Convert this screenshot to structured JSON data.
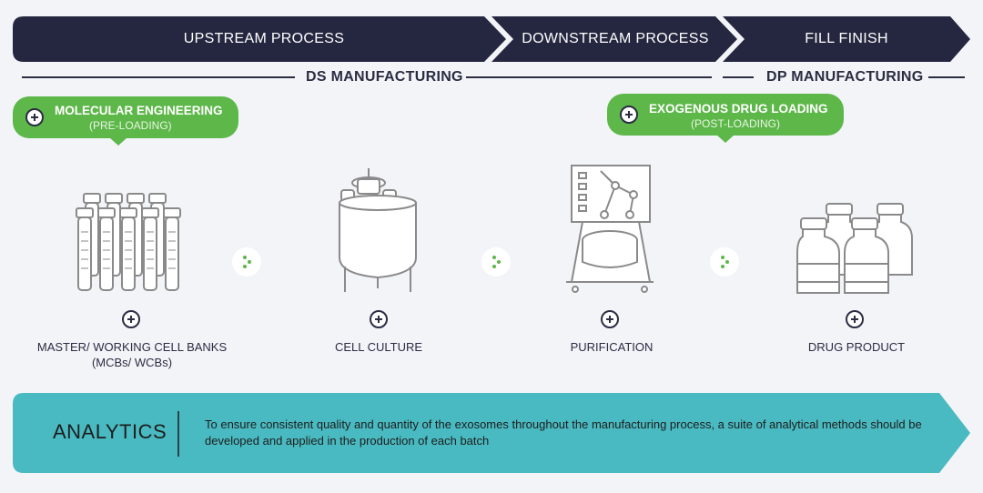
{
  "process_bands": [
    {
      "label": "UPSTREAM PROCESS"
    },
    {
      "label": "DOWNSTREAM PROCESS"
    },
    {
      "label": "FILL FINISH"
    }
  ],
  "manufacturing_rules": [
    {
      "label": "DS MANUFACTURING"
    },
    {
      "label": "DP MANUFACTURING"
    }
  ],
  "callouts": [
    {
      "title": "MOLECULAR ENGINEERING",
      "subtitle": "(PRE-LOADING)"
    },
    {
      "title": "EXOGENOUS DRUG LOADING",
      "subtitle": "(POST-LOADING)"
    }
  ],
  "stages": [
    {
      "label": "MASTER/ WORKING CELL BANKS",
      "sublabel": "(MCBs/ WCBs)",
      "icon": "cell-bank-vials-icon"
    },
    {
      "label": "CELL CULTURE",
      "sublabel": "",
      "icon": "bioreactor-tank-icon"
    },
    {
      "label": "PURIFICATION",
      "sublabel": "",
      "icon": "purification-machine-icon"
    },
    {
      "label": "DRUG PRODUCT",
      "sublabel": "",
      "icon": "drug-vials-icon"
    }
  ],
  "analytics": {
    "title": "ANALYTICS",
    "text": "To ensure consistent quality and quantity of the exosomes throughout the manufacturing process, a suite of analytical methods should be developed and applied in the production of each batch"
  },
  "colors": {
    "band": "#252740",
    "accent_green": "#5db749",
    "analytics_teal": "#49bac1",
    "icon_gray": "#8a8a8a"
  }
}
